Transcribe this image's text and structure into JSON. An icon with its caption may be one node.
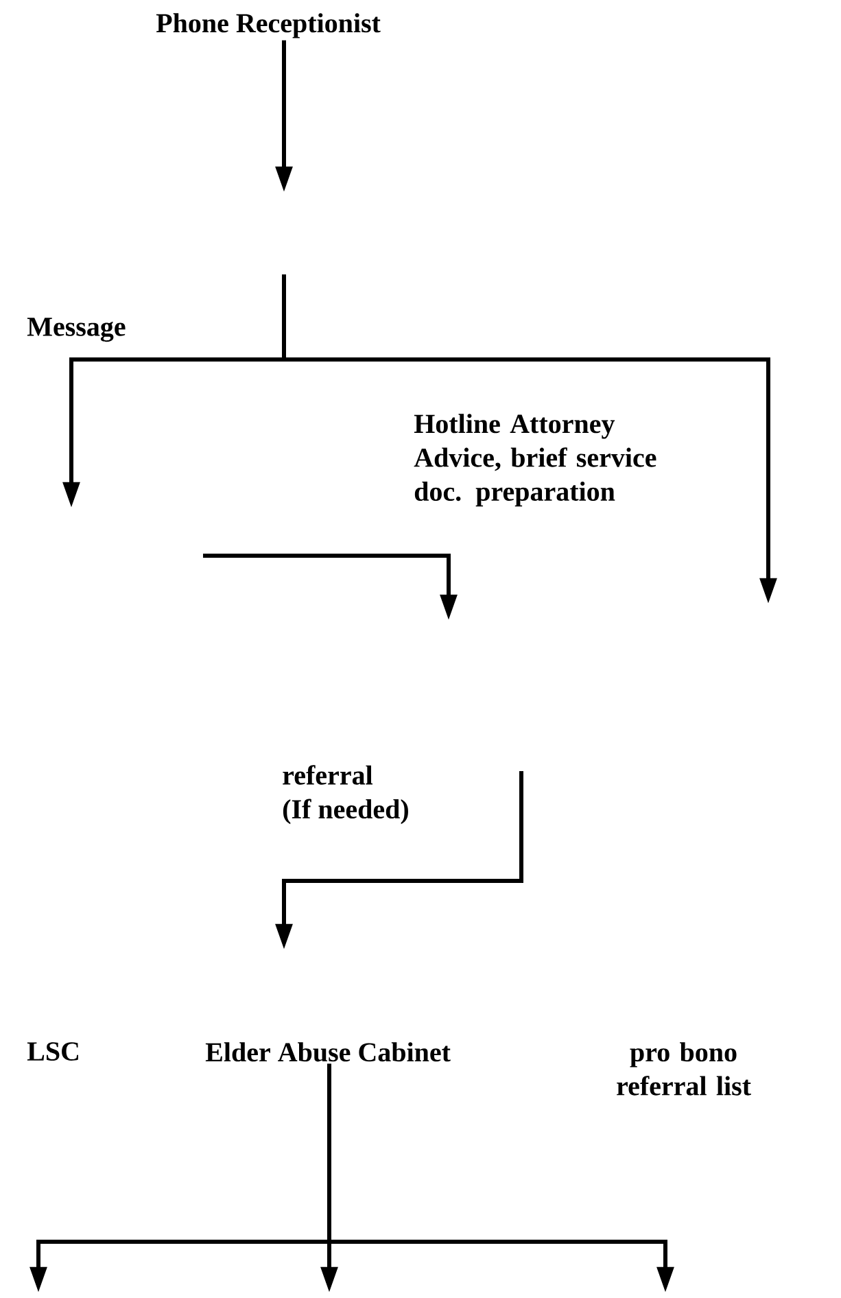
{
  "diagram": {
    "nodes": [
      {
        "text": [
          "Phone Receptionist"
        ]
      },
      {
        "text": [
          "Message"
        ]
      },
      {
        "text": [
          "Hotline Attorney",
          "Advice, brief service doc. preparation"
        ]
      },
      {
        "text": [
          "referral",
          "(If needed)"
        ]
      },
      {
        "text": [
          "LSC"
        ]
      },
      {
        "text": [
          "Elder Abuse Cabinet"
        ]
      },
      {
        "text": [
          "pro bono referral list"
        ]
      }
    ],
    "edges": [
      {
        "from": 0,
        "to": null,
        "arrow": "to"
      },
      {
        "from": 5,
        "to": null,
        "arrow": "to"
      },
      {
        "from": 5,
        "to": null,
        "arrow": "to"
      },
      {
        "from": 5,
        "to": null,
        "arrow": "to"
      }
    ]
  }
}
